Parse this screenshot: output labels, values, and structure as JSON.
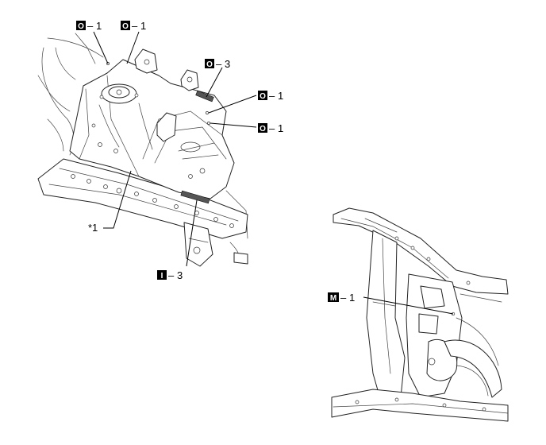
{
  "callouts": [
    {
      "badge": "O",
      "label": "1"
    },
    {
      "badge": "O",
      "label": "1"
    },
    {
      "badge": "O",
      "label": "3"
    },
    {
      "badge": "O",
      "label": "1"
    },
    {
      "badge": "O",
      "label": "1"
    },
    {
      "badge": "I",
      "label": "3"
    },
    {
      "badge": "M",
      "label": "1"
    }
  ],
  "reference_label": "*1",
  "dash": "–"
}
